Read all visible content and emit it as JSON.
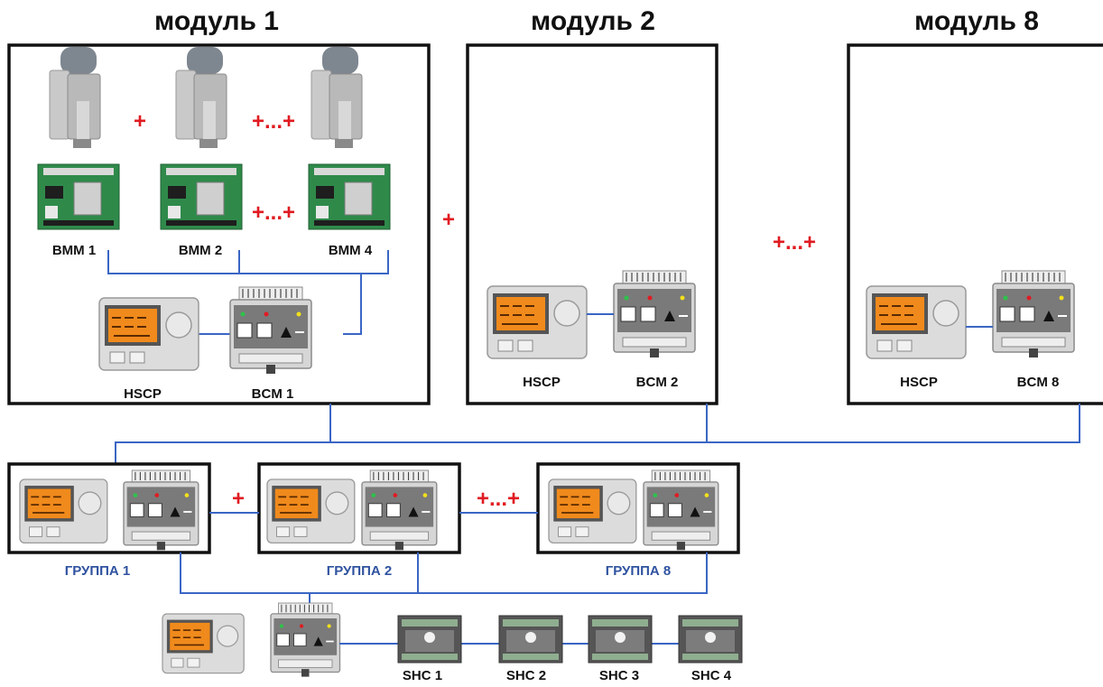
{
  "modules": [
    {
      "title": "модуль 1",
      "panel_label": "HSCP",
      "controller_label": "BCM 1",
      "burners": [
        {
          "label": "BMM 1"
        },
        {
          "label": "BMM 2"
        },
        {
          "label": "BMM 4"
        }
      ],
      "burner_separators": [
        "+",
        "+...+"
      ],
      "board_separators": [
        "+...+"
      ]
    },
    {
      "title": "модуль 2",
      "panel_label": "HSCP",
      "controller_label": "BCM 2"
    },
    {
      "title": "модуль 8",
      "panel_label": "HSCP",
      "controller_label": "BCM 8"
    }
  ],
  "module_separators": [
    "+",
    "+...+"
  ],
  "groups": [
    {
      "label": "ГРУППА 1"
    },
    {
      "label": "ГРУППА 2"
    },
    {
      "label": "ГРУППА 8"
    }
  ],
  "group_separators": [
    "+",
    "+...+"
  ],
  "shc_units": [
    {
      "label": "SHC 1"
    },
    {
      "label": "SHC 2"
    },
    {
      "label": "SHC 3"
    },
    {
      "label": "SHC 4"
    }
  ],
  "colors": {
    "wire": "#3a66c4",
    "plus": "#e01b22",
    "group_label": "#2f52a0",
    "screen": "#f08a1c",
    "board": "#2f8a4a"
  }
}
